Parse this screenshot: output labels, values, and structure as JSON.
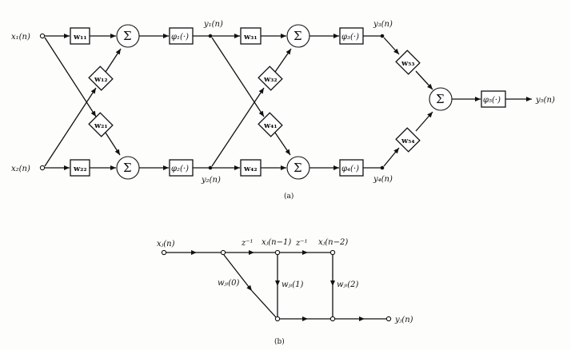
{
  "inputs": {
    "x1": "x₁(n)",
    "x2": "x₂(n)"
  },
  "weights": {
    "w11": "w₁₁",
    "w12": "w₁₂",
    "w21": "w₂₁",
    "w22": "w₂₂",
    "w31": "w₃₁",
    "w32": "w₃₂",
    "w41": "w₄₁",
    "w42": "w₄₂",
    "w53": "w₅₃",
    "w54": "w₅₄"
  },
  "sum_symbol": "Σ",
  "activations": {
    "p1": "φ₁(·)",
    "p2": "φ₂(·)",
    "p3": "φ₃(·)",
    "p4": "φ₄(·)",
    "p5": "φ₅(·)"
  },
  "outputs": {
    "y1": "y₁(n)",
    "y2": "y₂(n)",
    "y3": "y₃(n)",
    "y4": "y₄(n)",
    "y5": "y₅(n)"
  },
  "caption_a": "(a)",
  "fir": {
    "input": "xⱼ(n)",
    "delay1": "z⁻¹",
    "tap1": "xⱼ(n−1)",
    "delay2": "z⁻¹",
    "tap2": "xⱼ(n−2)",
    "w0": "wⱼᵢ(0)",
    "w1": "wⱼᵢ(1)",
    "w2": "wⱼᵢ(2)",
    "output": "yⱼ(n)"
  },
  "caption_b": "(b)"
}
